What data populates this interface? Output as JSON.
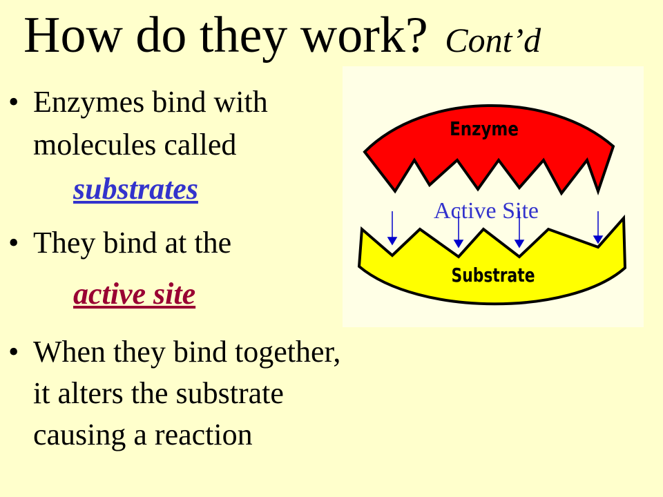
{
  "title": {
    "main": "How do they work?",
    "sub": "Cont’d"
  },
  "bullets": [
    {
      "lines": [
        "Enzymes bind with",
        "molecules called"
      ],
      "term": "substrates"
    },
    {
      "lines": [
        "They bind at the"
      ],
      "term": "active site"
    },
    {
      "lines": [
        "When they bind together,",
        "it alters the substrate",
        "causing a reaction"
      ]
    }
  ],
  "diagram": {
    "enzyme_label": "Enzyme",
    "active_site_label": "Active Site",
    "substrate_label": "Substrate"
  },
  "colors": {
    "background": "#FFFFCC",
    "enzyme": "#FF0000",
    "substrate": "#FFFF00",
    "term_substrates": "#3333CC",
    "term_active_site": "#990033",
    "arrows": "#0000CC"
  }
}
